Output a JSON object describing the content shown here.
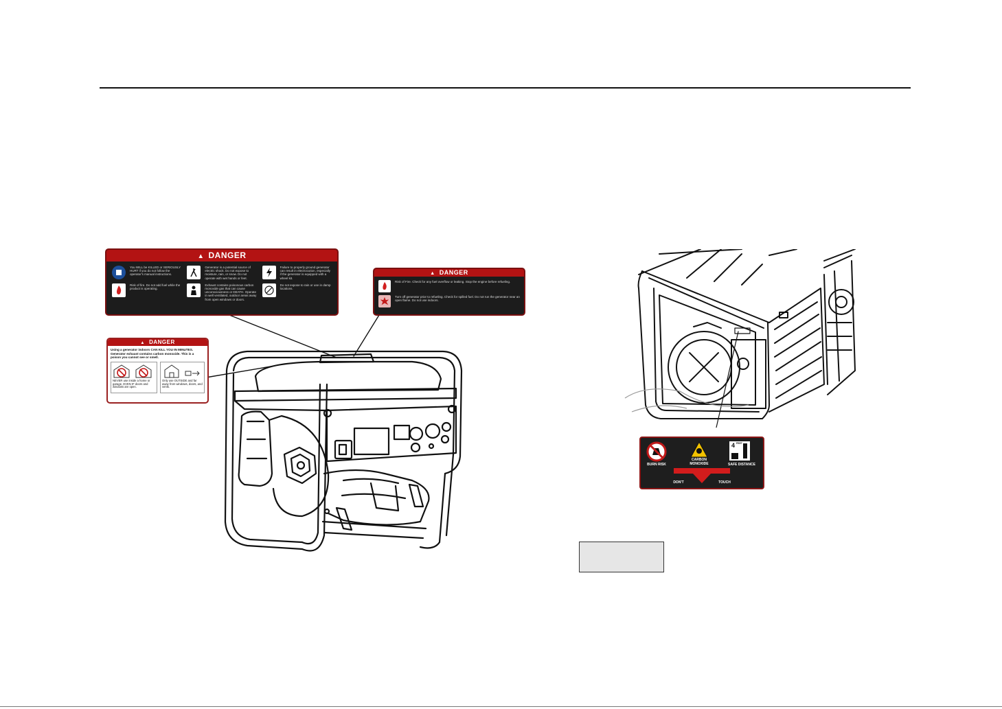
{
  "labels": {
    "main": {
      "title": "DANGER",
      "cells": [
        {
          "icon": "manual-icon",
          "text": "You WILL be KILLED or SERIOUSLY HURT if you do not follow the operator's manual instructions."
        },
        {
          "icon": "electrocution-icon",
          "text": "Generator is a potential source of electric shock. Do not expose to moisture, rain, or snow. Do not operate with wet hands or feet."
        },
        {
          "icon": "lightning-icon",
          "text": "Failure to properly ground generator can result in electrocution, especially if the generator is equipped with a wheel kit."
        },
        {
          "icon": "fire-icon",
          "text": "Risk of fire. Do not add fuel while the product is operating."
        },
        {
          "icon": "exhaust-person-icon",
          "text": "Exhaust contains poisonous carbon monoxide gas that can cause unconsciousness or DEATH. Operate in well ventilated, outdoor areas away from open windows or doors."
        },
        {
          "icon": "no-rain-icon",
          "text": "Do not expose to rain or use in damp locations."
        }
      ]
    },
    "right": {
      "title": "DANGER",
      "rows": [
        {
          "icon": "fire-icon",
          "text": "Risk of Fire. Check for any fuel overflow or leaking. Stop the engine before refueling."
        },
        {
          "icon": "explosion-icon",
          "text": "Turn off generator prior to refueling. Check for spilled fuel. Do not run the generator near an open flame. Do not use indoors."
        }
      ]
    },
    "left": {
      "title": "DANGER",
      "line1": "Using a generator indoors CAN KILL YOU IN MINUTES.",
      "line2": "Generator exhaust contains carbon monoxide. This is a poison you cannot see or smell.",
      "never": "NEVER use inside a home or garage, EVEN IF doors and windows are open.",
      "only": "Only use OUTSIDE and far away from windows, doors, and vents."
    },
    "bottom": {
      "burn": "BURN RISK",
      "carbon": "CARBON MONOXIDE",
      "safe": "SAFE DISTANCE",
      "feet": "4",
      "feet_unit": "FEET",
      "dont": "DON'T",
      "touch": "TOUCH"
    }
  },
  "colors": {
    "danger_red": "#b31313",
    "label_black": "#1c1c1c"
  }
}
